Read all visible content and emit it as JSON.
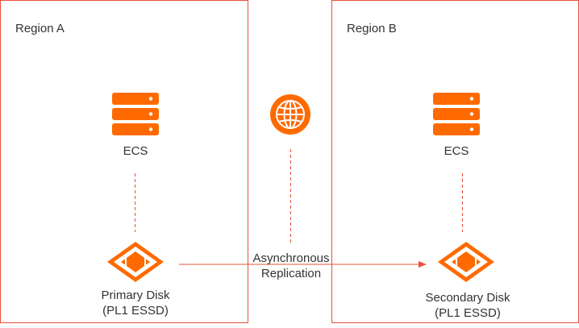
{
  "colors": {
    "accent": "#e8503a",
    "icon_orange": "#ff6a00",
    "text": "#333333"
  },
  "region_a": {
    "title": "Region A",
    "server_icon": "server-icon",
    "server_label": "ECS",
    "disk_icon": "disk-icon",
    "disk_label_line1": "Primary Disk",
    "disk_label_line2": "(PL1 ESSD)"
  },
  "region_b": {
    "title": "Region B",
    "server_icon": "server-icon",
    "server_label": "ECS",
    "disk_icon": "disk-icon",
    "disk_label_line1": "Secondary Disk",
    "disk_label_line2": "(PL1 ESSD)"
  },
  "network": {
    "icon": "globe-icon"
  },
  "replication": {
    "label_line1": "Asynchronous",
    "label_line2": "Replication"
  }
}
